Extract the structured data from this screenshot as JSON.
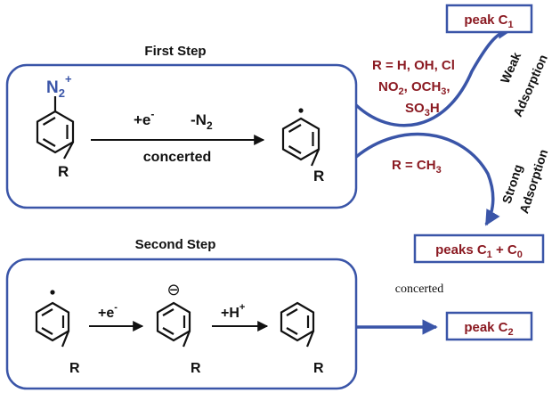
{
  "colors": {
    "blue": "#3a55a8",
    "red": "#8b1a22",
    "black": "#111111"
  },
  "first_step": {
    "title": "First Step",
    "reagent": "+e",
    "reagent_sup": "-",
    "loss": "-N",
    "loss_sub": "2",
    "mode": "concerted",
    "diazonium_label": "N",
    "diazonium_sub": "2",
    "diazonium_sup": "+",
    "substituent": "R",
    "product_substituent": "R"
  },
  "second_step": {
    "title": "Second Step",
    "reagent1": "+e",
    "reagent1_sup": "-",
    "reagent2": "+H",
    "reagent2_sup": "+",
    "anion_charge": "⊖",
    "mode": "concerted",
    "substituent1": "R",
    "substituent2": "R",
    "substituent3": "R"
  },
  "branches": {
    "weak_group_line1": "R = H, OH, Cl",
    "weak_group_line2_a": "NO",
    "weak_group_line2_a_sub": "2",
    "weak_group_line2_b": ", OCH",
    "weak_group_line2_b_sub": "3",
    "weak_group_line2_c": ",",
    "weak_group_line3_a": "SO",
    "weak_group_line3_a_sub": "3",
    "weak_group_line3_b": "H",
    "strong_group_a": "R = CH",
    "strong_group_a_sub": "3",
    "weak_label_1": "Weak",
    "weak_label_2": "Adsorption",
    "strong_label_1": "Strong",
    "strong_label_2": "Adsorption"
  },
  "peaks": {
    "c1_text": "peak C",
    "c1_sub": "1",
    "c1c0_text_a": "peaks C",
    "c1c0_sub_a": "1",
    "c1c0_text_b": " + C",
    "c1c0_sub_b": "0",
    "c2_text": "peak C",
    "c2_sub": "2"
  }
}
